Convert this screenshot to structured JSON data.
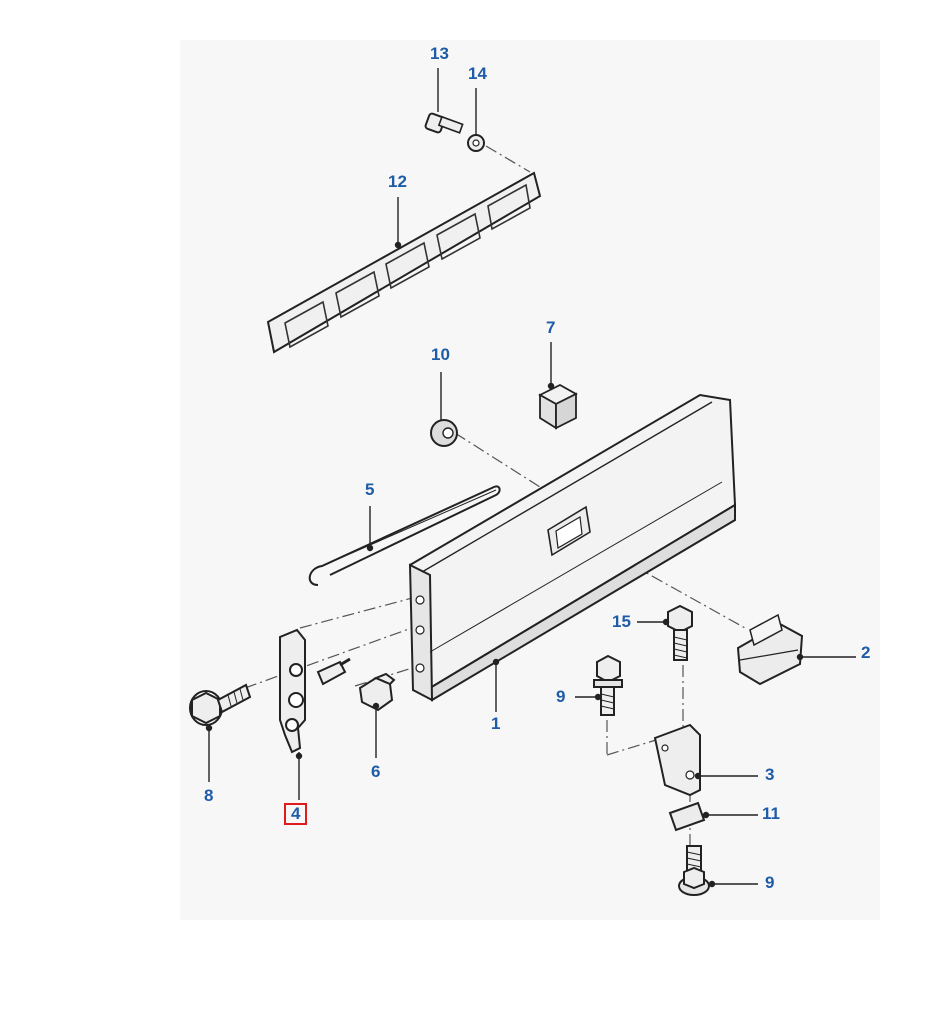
{
  "diagram": {
    "callouts": [
      {
        "id": "c13",
        "label": "13"
      },
      {
        "id": "c14",
        "label": "14"
      },
      {
        "id": "c12",
        "label": "12"
      },
      {
        "id": "c7",
        "label": "7"
      },
      {
        "id": "c10",
        "label": "10"
      },
      {
        "id": "c5",
        "label": "5"
      },
      {
        "id": "c15",
        "label": "15"
      },
      {
        "id": "c2",
        "label": "2"
      },
      {
        "id": "c9a",
        "label": "9"
      },
      {
        "id": "c1",
        "label": "1"
      },
      {
        "id": "c3",
        "label": "3"
      },
      {
        "id": "c8",
        "label": "8"
      },
      {
        "id": "c6",
        "label": "6"
      },
      {
        "id": "c11",
        "label": "11"
      },
      {
        "id": "c4",
        "label": "4",
        "highlighted": true
      },
      {
        "id": "c9b",
        "label": "9"
      }
    ],
    "colors": {
      "callout_text": "#1f5ca8",
      "highlight_box": "#e01b1b",
      "part_stroke": "#222222",
      "part_fill": "#eeeeee",
      "background_band": "#f5f5f5"
    }
  }
}
